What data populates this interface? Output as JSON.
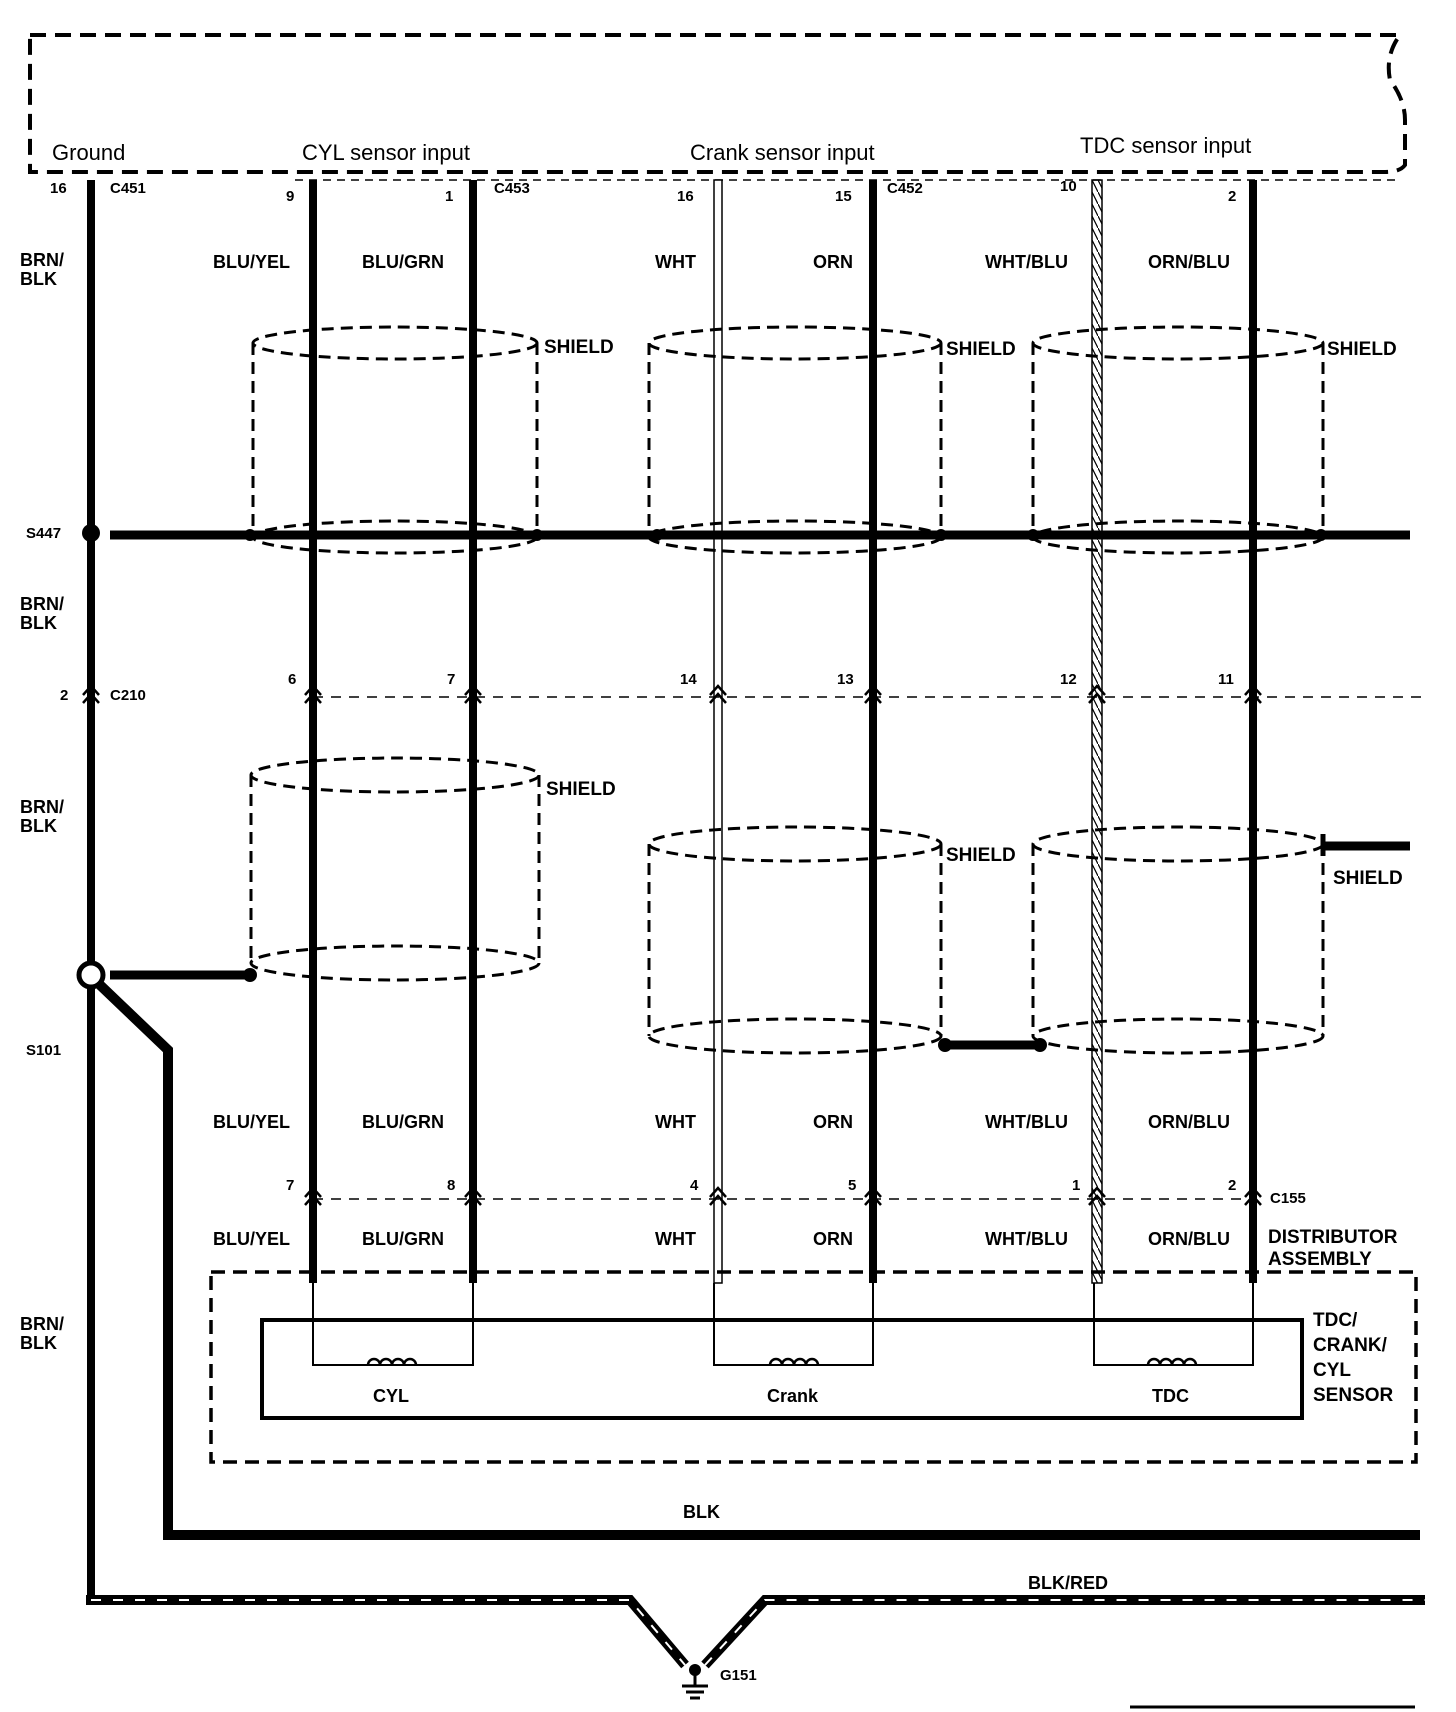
{
  "headers": {
    "ground": "Ground",
    "cyl": "CYL sensor input",
    "crank": "Crank sensor input",
    "tdc": "TDC sensor input"
  },
  "connectors": {
    "c451": "C451",
    "c453": "C453",
    "c452": "C452",
    "c210": "C210",
    "c155": "C155"
  },
  "splices": {
    "s447": "S447",
    "s101": "S101"
  },
  "ground_point": "G151",
  "pins_top": {
    "ground": "16",
    "cyl_yel": "9",
    "cyl_grn": "1",
    "crank_wht": "16",
    "crank_orn": "15",
    "tdc_whtblu": "10",
    "tdc_ornblu": "2"
  },
  "pins_mid": {
    "ground": "2",
    "cyl_yel": "6",
    "cyl_grn": "7",
    "crank_wht": "14",
    "crank_orn": "13",
    "tdc_whtblu": "12",
    "tdc_ornblu": "11"
  },
  "pins_low": {
    "cyl_yel": "7",
    "cyl_grn": "8",
    "crank_wht": "4",
    "crank_orn": "5",
    "tdc_whtblu": "1",
    "tdc_ornblu": "2"
  },
  "wire_colors": {
    "brn_blk_1": "BRN/",
    "brn_blk_2": "BLK",
    "blu_yel": "BLU/YEL",
    "blu_grn": "BLU/GRN",
    "wht": "WHT",
    "orn": "ORN",
    "wht_blu": "WHT/BLU",
    "orn_blu": "ORN/BLU",
    "blk": "BLK",
    "blk_red": "BLK/RED"
  },
  "shield_label": "SHIELD",
  "distributor": {
    "line1": "DISTRIBUTOR",
    "line2": "ASSEMBLY"
  },
  "sensor_box": {
    "line1": "TDC/",
    "line2": "CRANK/",
    "line3": "CYL",
    "line4": "SENSOR"
  },
  "coils": {
    "cyl": "CYL",
    "crank": "Crank",
    "tdc": "TDC"
  }
}
